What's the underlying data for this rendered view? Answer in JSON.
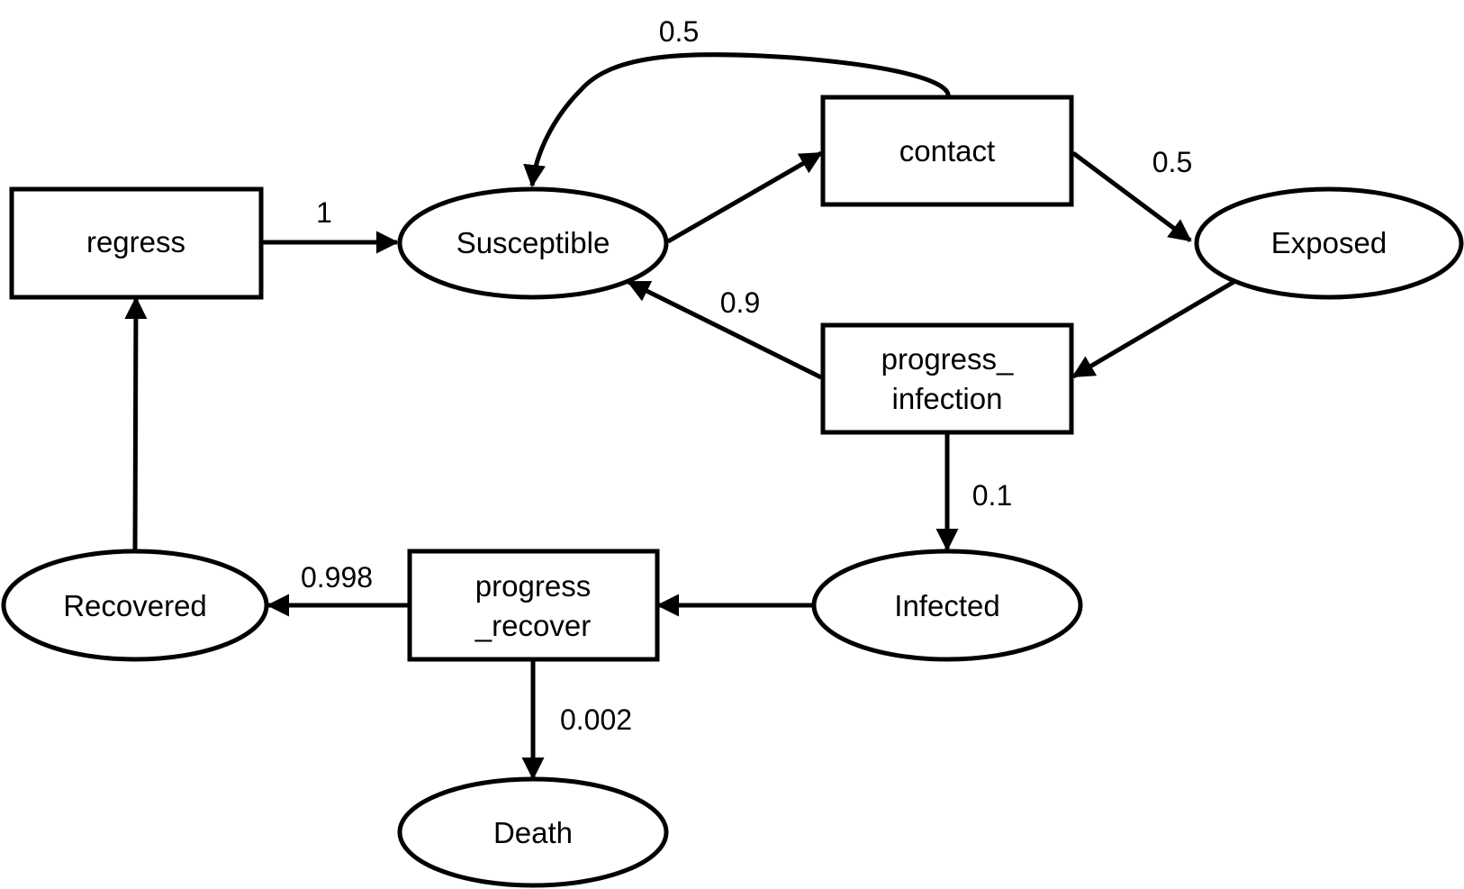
{
  "nodes": {
    "regress": {
      "shape": "rect",
      "lines": [
        "regress"
      ]
    },
    "susceptible": {
      "shape": "ellipse",
      "lines": [
        "Susceptible"
      ]
    },
    "contact": {
      "shape": "rect",
      "lines": [
        "contact"
      ]
    },
    "exposed": {
      "shape": "ellipse",
      "lines": [
        "Exposed"
      ]
    },
    "progress_infection": {
      "shape": "rect",
      "lines": [
        "progress_",
        "infection"
      ]
    },
    "infected": {
      "shape": "ellipse",
      "lines": [
        "Infected"
      ]
    },
    "progress_recover": {
      "shape": "rect",
      "lines": [
        "progress",
        "_recover"
      ]
    },
    "recovered": {
      "shape": "ellipse",
      "lines": [
        "Recovered"
      ]
    },
    "death": {
      "shape": "ellipse",
      "lines": [
        "Death"
      ]
    }
  },
  "edges": [
    {
      "id": "regress-to-susceptible",
      "from": "regress",
      "to": "susceptible",
      "label": "1"
    },
    {
      "id": "contact-to-susceptible",
      "from": "contact",
      "to": "susceptible",
      "label": "0.5"
    },
    {
      "id": "susceptible-to-contact",
      "from": "susceptible",
      "to": "contact",
      "label": ""
    },
    {
      "id": "contact-to-exposed",
      "from": "contact",
      "to": "exposed",
      "label": "0.5"
    },
    {
      "id": "exposed-to-progress-infection",
      "from": "exposed",
      "to": "progress_infection",
      "label": ""
    },
    {
      "id": "progress-infection-to-susceptible",
      "from": "progress_infection",
      "to": "susceptible",
      "label": "0.9"
    },
    {
      "id": "progress-infection-to-infected",
      "from": "progress_infection",
      "to": "infected",
      "label": "0.1"
    },
    {
      "id": "infected-to-progress-recover",
      "from": "infected",
      "to": "progress_recover",
      "label": ""
    },
    {
      "id": "progress-recover-to-recovered",
      "from": "progress_recover",
      "to": "recovered",
      "label": "0.998"
    },
    {
      "id": "progress-recover-to-death",
      "from": "progress_recover",
      "to": "death",
      "label": "0.002"
    },
    {
      "id": "recovered-to-regress",
      "from": "recovered",
      "to": "regress",
      "label": ""
    }
  ],
  "colors": {
    "stroke": "#000000",
    "fill": "#ffffff",
    "background": "#ffffff"
  }
}
